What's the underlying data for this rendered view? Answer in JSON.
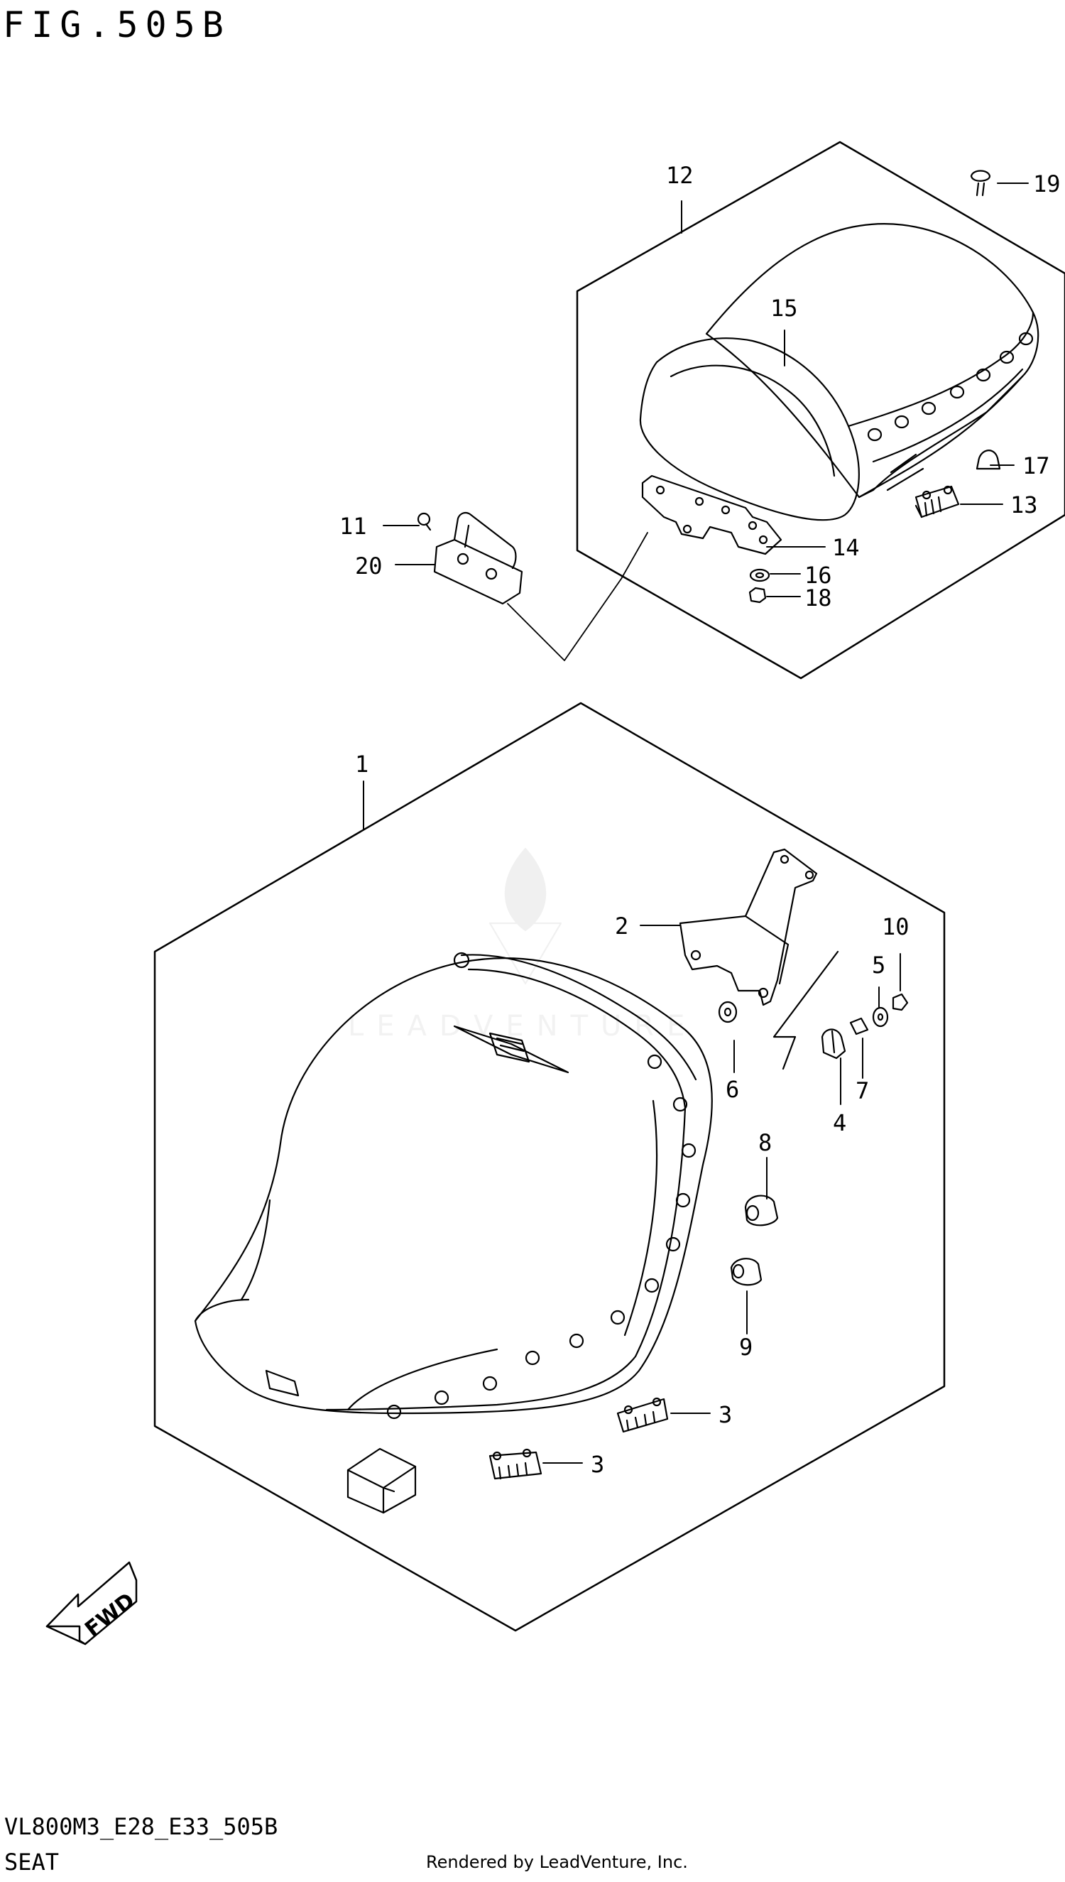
{
  "header": {
    "figure_title": "FIG.505B"
  },
  "footer": {
    "diagram_code": "VL800M3_E28_E33_505B",
    "section_name": "SEAT",
    "credit": "Rendered by LeadVenture, Inc."
  },
  "watermark": {
    "text": "LEADVENTURE"
  },
  "badge": {
    "fwd": "FWD"
  },
  "callouts": {
    "c1": "1",
    "c2": "2",
    "c3a": "3",
    "c3b": "3",
    "c4": "4",
    "c5": "5",
    "c6": "6",
    "c7": "7",
    "c8": "8",
    "c9": "9",
    "c10": "10",
    "c11": "11",
    "c12": "12",
    "c13": "13",
    "c14": "14",
    "c15": "15",
    "c16": "16",
    "c17": "17",
    "c18": "18",
    "c19": "19",
    "c20": "20"
  }
}
